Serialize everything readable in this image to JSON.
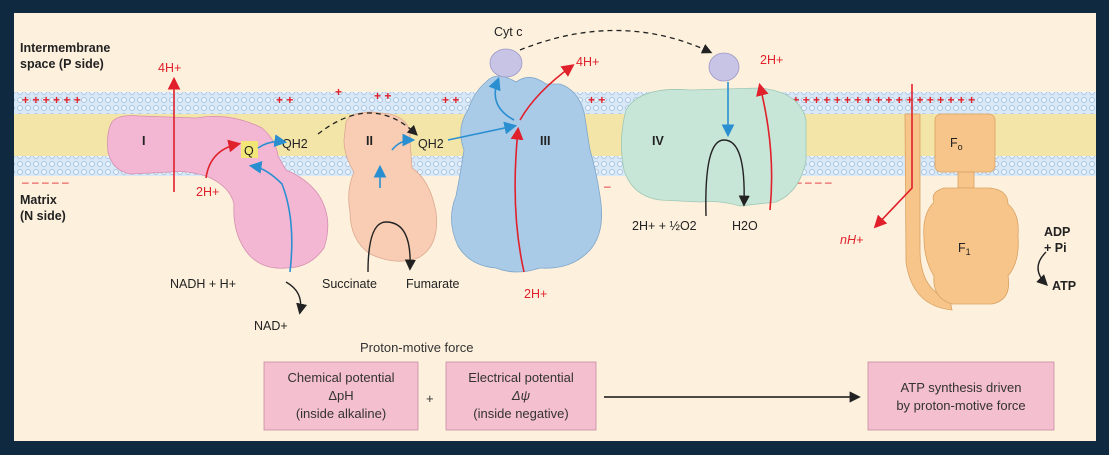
{
  "labels": {
    "intermembrane_line1": "Intermembrane",
    "intermembrane_line2": "space (P side)",
    "matrix_line1": "Matrix",
    "matrix_line2": "(N side)",
    "complex_I": "I",
    "complex_II": "II",
    "complex_III": "III",
    "complex_IV": "IV",
    "Fo": "Fo",
    "F1": "F1",
    "Q": "Q",
    "QH2_a": "QH2",
    "QH2_b": "QH2",
    "cytc": "Cyt c",
    "h_4_a": "4H+",
    "h_4_b": "4H+",
    "h_2_top": "2H+",
    "h_2_I": "2H+",
    "h_2_III": "2H+",
    "nh": "nH+",
    "nadh": "NADH + H+",
    "nad": "NAD+",
    "succinate": "Succinate",
    "fumarate": "Fumarate",
    "o2": "2H+ + ½O2",
    "h2o": "H2O",
    "adp": "ADP",
    "pi": "+ Pi",
    "atp": "ATP"
  },
  "pmf": {
    "title": "Proton-motive force",
    "chem_line1": "Chemical potential",
    "chem_line2": "ΔpH",
    "chem_line3": "(inside alkaline)",
    "plus": "+",
    "elec_line1": "Electrical potential",
    "elec_line2": "Δψ",
    "elec_line3": "(inside negative)",
    "atp_line1": "ATP synthesis driven",
    "atp_line2": "by proton-motive force"
  },
  "colors": {
    "background": "#fdf1dd",
    "frame": "#0f2a40",
    "complex_I": "#f4b7d3",
    "complex_II": "#f8cdb4",
    "complex_III": "#a9cbe8",
    "complex_IV": "#c8e6d8",
    "atp_synthase": "#f7c48a",
    "cytc": "#c7c4e6",
    "proton_arrow": "#e0202a",
    "electron_arrow": "#2a8fd0",
    "box_fill": "#f4bfcf"
  }
}
